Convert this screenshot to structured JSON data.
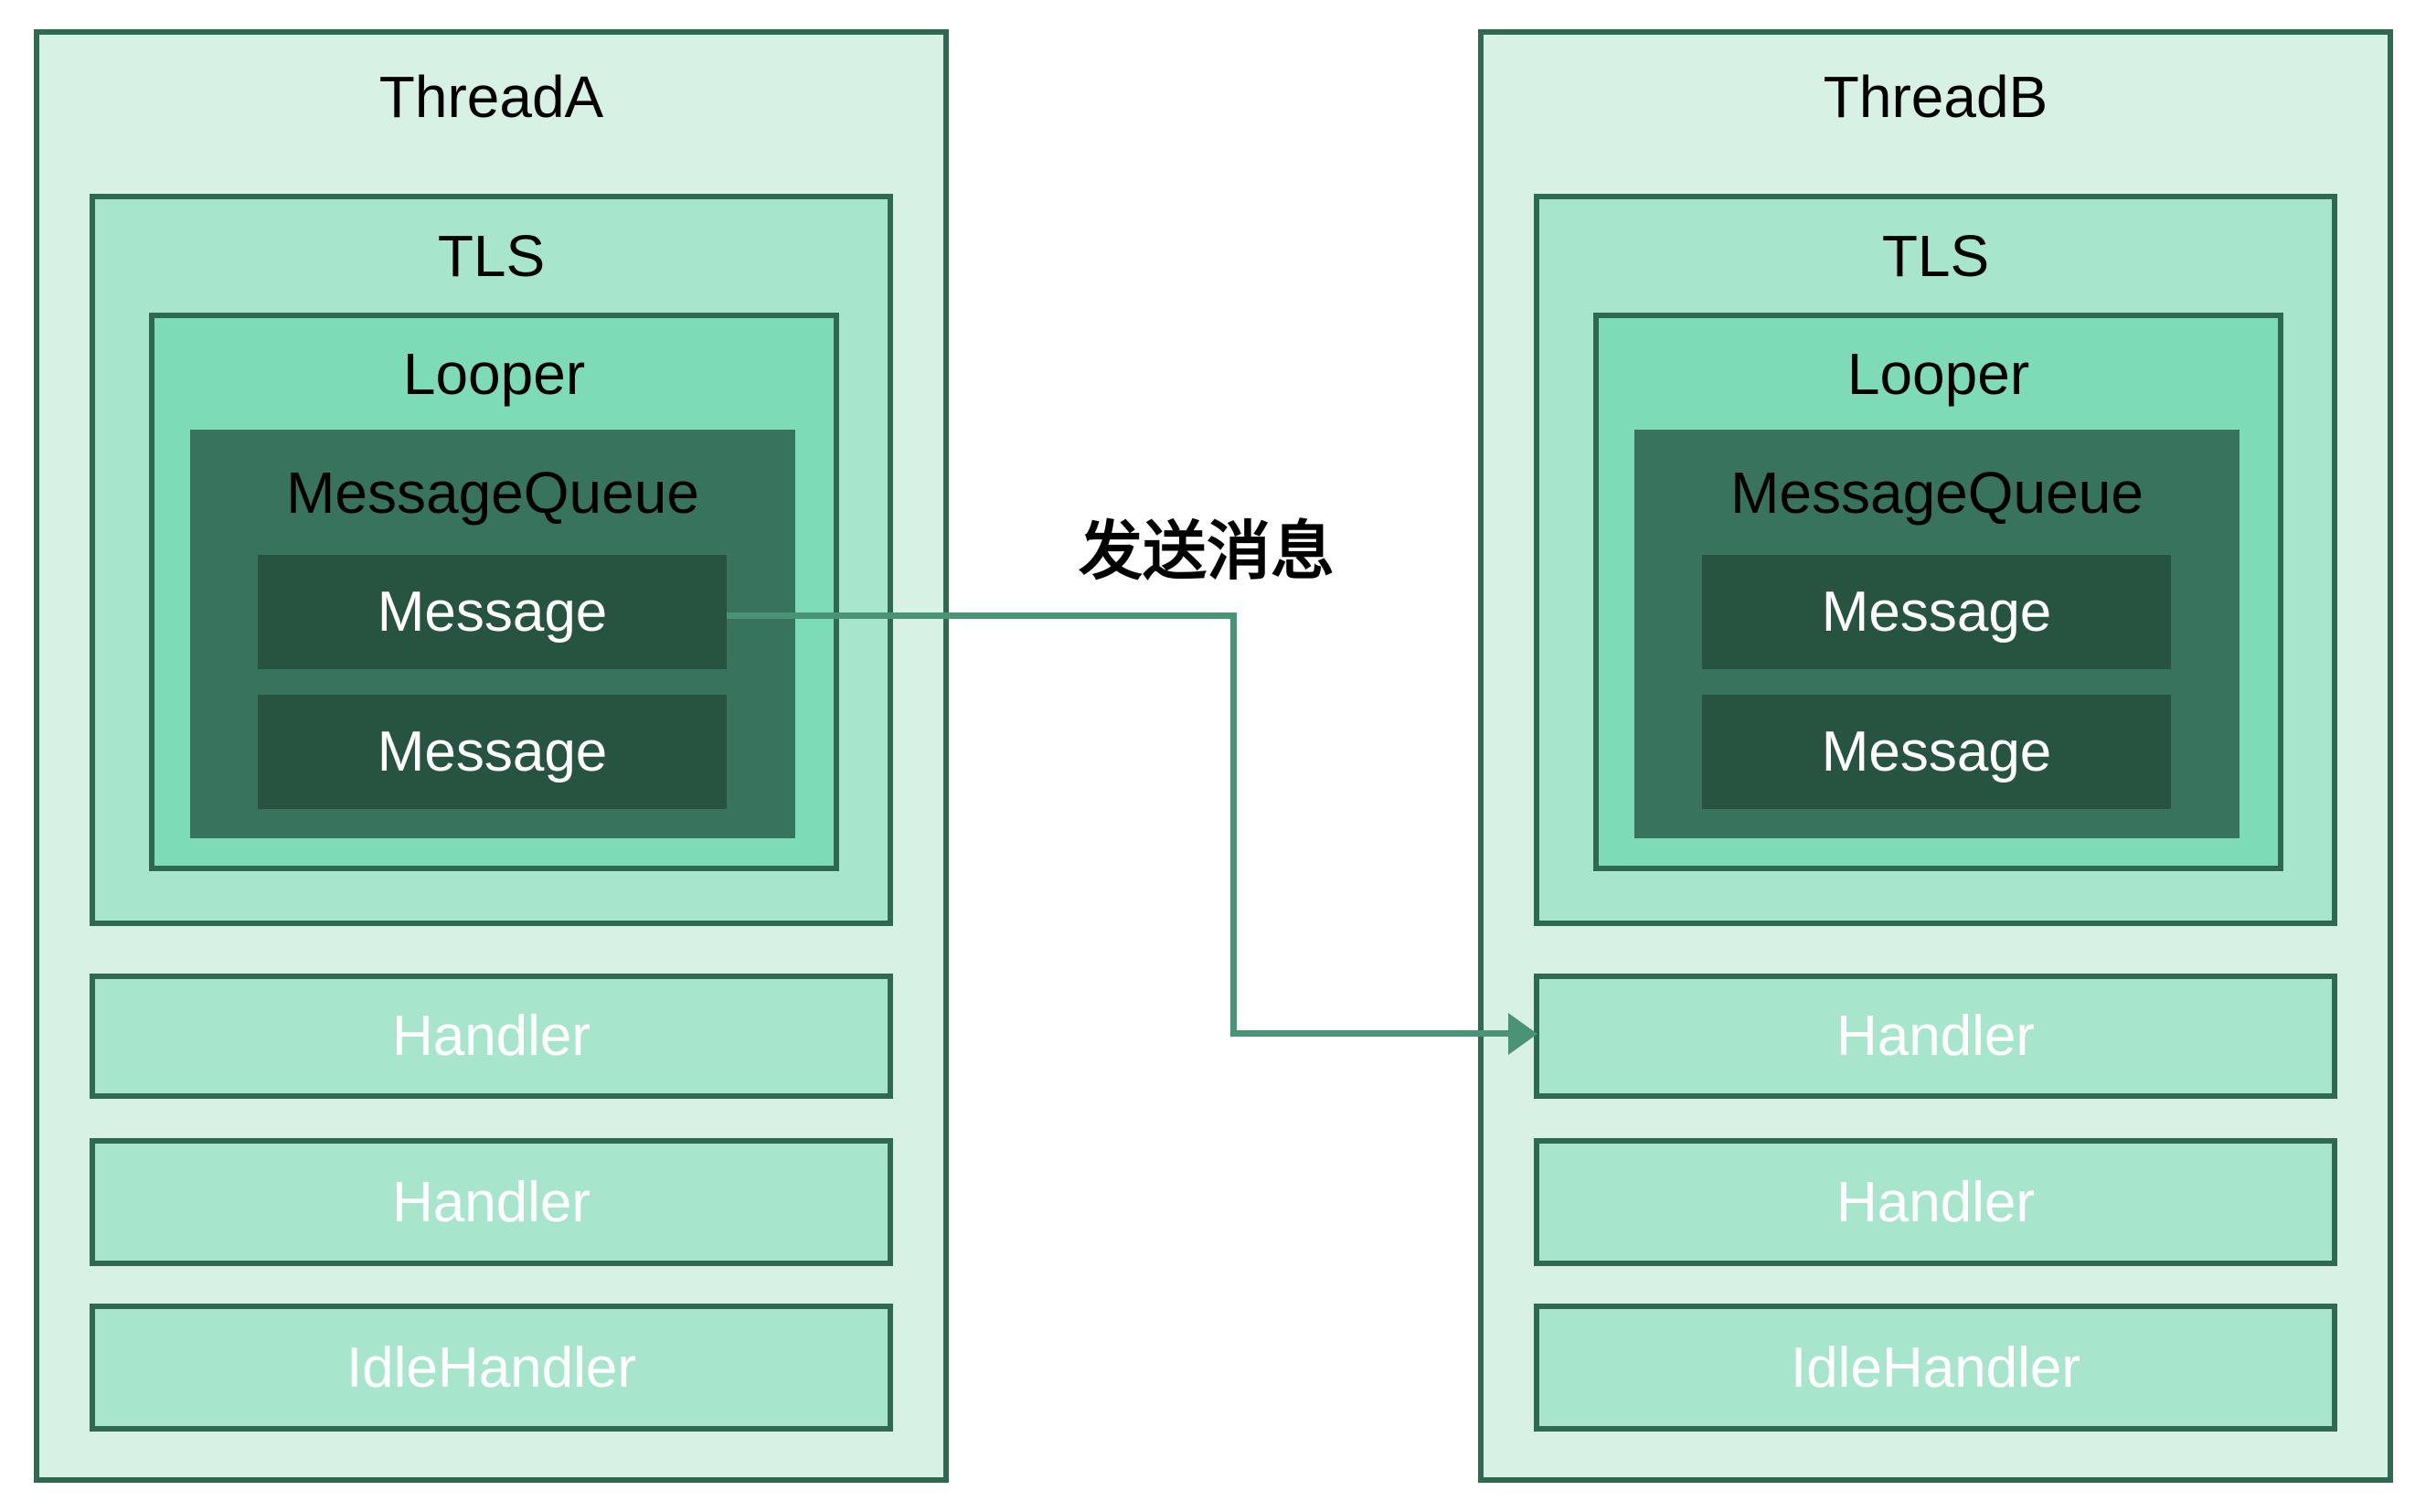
{
  "threads": [
    {
      "title": "ThreadA",
      "tls_label": "TLS",
      "looper_label": "Looper",
      "message_queue_label": "MessageQueue",
      "messages": [
        "Message",
        "Message"
      ],
      "handlers": [
        "Handler",
        "Handler"
      ],
      "idle_handler_label": "IdleHandler"
    },
    {
      "title": "ThreadB",
      "tls_label": "TLS",
      "looper_label": "Looper",
      "message_queue_label": "MessageQueue",
      "messages": [
        "Message",
        "Message"
      ],
      "handlers": [
        "Handler",
        "Handler"
      ],
      "idle_handler_label": "IdleHandler"
    }
  ],
  "arrow": {
    "label": "发送消息"
  },
  "colors": {
    "thread_fill": "#d7f1e5",
    "tls_fill": "#a8e5cd",
    "looper_fill": "#7edbb8",
    "queue_fill": "#38735d",
    "message_fill": "#265441",
    "border_color": "#2e6950",
    "arrow_color": "#4b9377",
    "title_color": "#000000",
    "light_text": "#ffffff"
  }
}
